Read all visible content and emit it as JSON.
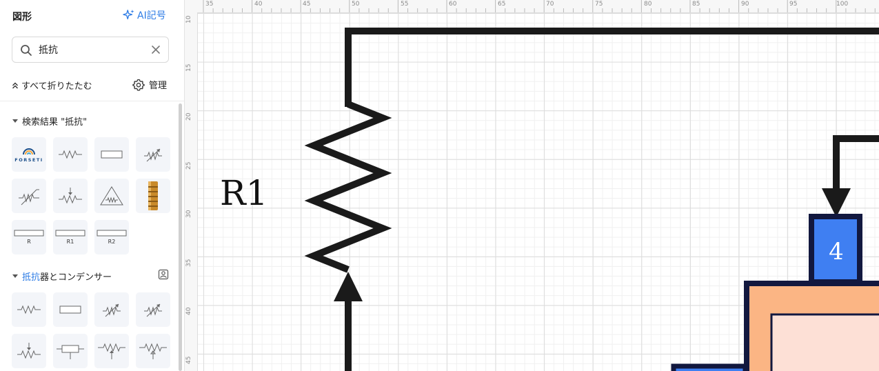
{
  "panel": {
    "title": "図形",
    "ai_button": "AI記号",
    "search": {
      "value": "抵抗",
      "placeholder": ""
    },
    "collapse_all": "すべて折りたたむ",
    "manage": "管理",
    "search_results": {
      "title": "検索結果 \"抵抗\""
    },
    "tile_labels": {
      "forseti": "FORSETI",
      "r": "R",
      "r1": "R1",
      "r2": "R2"
    },
    "section2": {
      "title_hl": "抵抗",
      "title_rest": "器とコンデンサー"
    }
  },
  "ruler": {
    "top": [
      "35",
      "40",
      "45",
      "50",
      "55",
      "60",
      "65",
      "70",
      "75",
      "80",
      "85",
      "90",
      "95",
      "100"
    ],
    "left": [
      "10",
      "15",
      "20",
      "25",
      "30",
      "35",
      "40",
      "45"
    ]
  },
  "diagram": {
    "resistor_label": "R1",
    "box_label": "4"
  },
  "colors": {
    "accent": "#2c7be5",
    "wire": "#1a1a1a",
    "blue_box": "#3f7ff2",
    "box_border": "#12183f",
    "orange_fill": "#fbb584",
    "pink_fill": "#fde0d6"
  }
}
